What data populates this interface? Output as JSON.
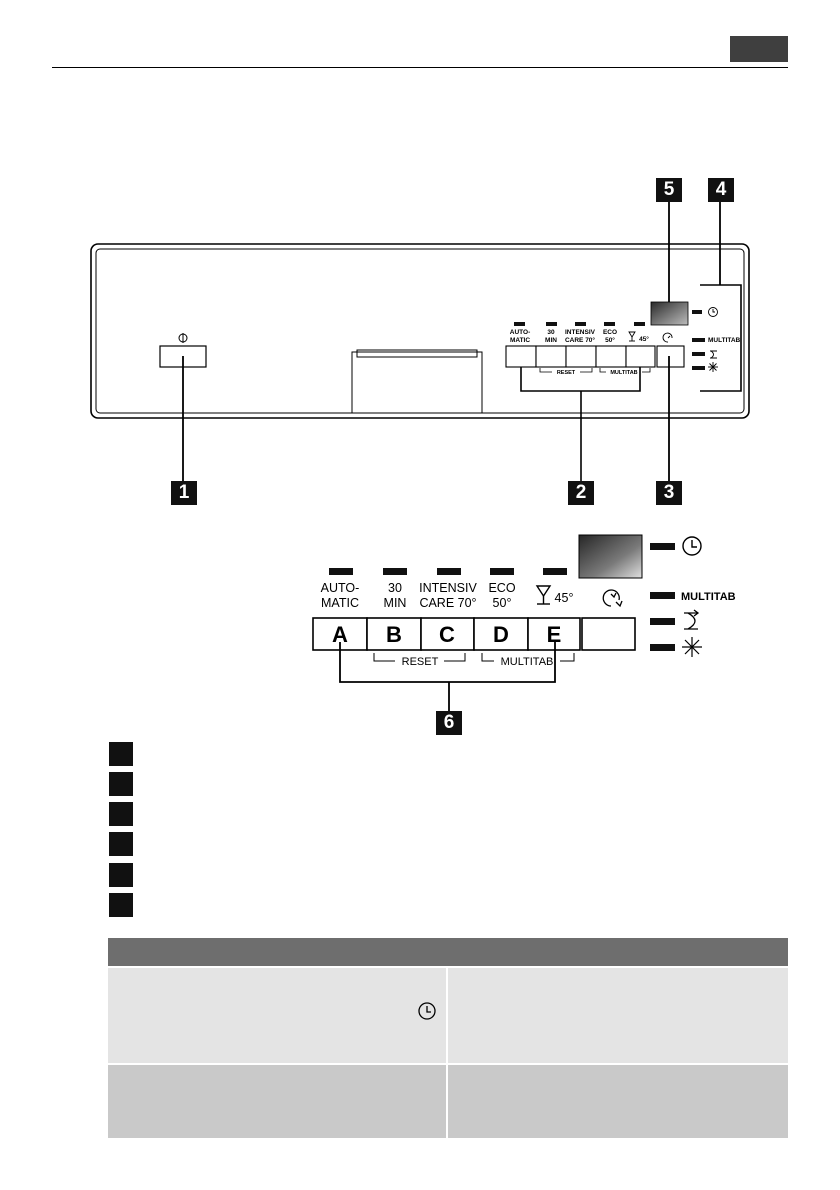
{
  "callouts": {
    "c1": "1",
    "c2": "2",
    "c3": "3",
    "c4": "4",
    "c5": "5",
    "c6": "6"
  },
  "panel": {
    "power_symbol": "⏀",
    "program_labels": [
      {
        "line1": "AUTO-",
        "line2": "MATIC"
      },
      {
        "line1": "30",
        "line2": "MIN"
      },
      {
        "line1": "INTENSIV",
        "line2": "CARE 70°"
      },
      {
        "line1": "ECO",
        "line2": "50°"
      },
      {
        "line1": "45°",
        "line2": ""
      }
    ],
    "button_letters": [
      "A",
      "B",
      "C",
      "D",
      "E"
    ],
    "reset_label": "RESET",
    "multitab_label": "MULTITAB",
    "indicator_multitab": "MULTITAB"
  },
  "icons": {
    "power": "power-icon",
    "clock": "clock-icon",
    "delay": "delay-start-icon",
    "glass": "wine-glass-icon",
    "salt": "salt-icon",
    "rinse_aid": "rinse-aid-icon"
  },
  "colors": {
    "table_header": "#6e6e6e",
    "row1": "#e4e4e4",
    "row2": "#c9c9c9",
    "display_dark": "#555555"
  }
}
